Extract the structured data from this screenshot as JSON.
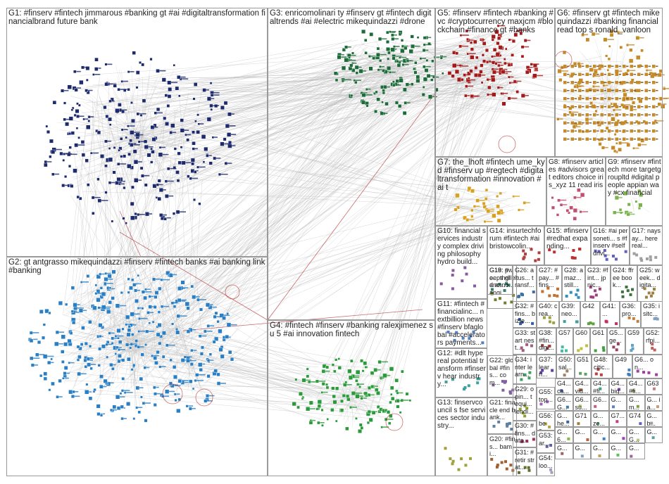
{
  "graph": {
    "panels": [
      {
        "id": "G1",
        "label": "G1: #finserv #fintech jimmarous #banking gt #ai #digitaltransformation financialbrand future bank",
        "color": "#1d2a6b"
      },
      {
        "id": "G2",
        "label": "G2: gt antgrasso mikequindazzi #finserv #fintech banks #ai banking link #banking",
        "color": "#2a7fc4"
      },
      {
        "id": "G3",
        "label": "G3: enricomolinari ty #finserv gt #fintech digitaltrends #ai #electric mikequindazzi #drone",
        "color": "#1e6b3a"
      },
      {
        "id": "G4",
        "label": "G4: #fintech #finserv #banking ralexjimenez s u 5 #ai innovation fintech",
        "color": "#2a9a3a"
      },
      {
        "id": "G5",
        "label": "G5: #finserv #fintech #banking #vc #cryptocurrency maxjcm #blockchain #finance gt #banks",
        "color": "#a31a1a"
      },
      {
        "id": "G6",
        "label": "G6: #finserv gt #fintech mikequindazzi #banking financial read top s ronald_vanloon",
        "color": "#c58a2a"
      },
      {
        "id": "G7",
        "label": "G7: the_lhoft #fintech ume_kyd #finserv up #regtech #digitaltransformation #innovation #ai t",
        "color": "#d9a020"
      },
      {
        "id": "G8",
        "label": "G8: #finserv articles #advisors great editors choice iris_xyz 11 read iris",
        "color": "#c05070"
      },
      {
        "id": "G9",
        "label": "G9: #finserv #fintech more targetgroupltd #digital people appian way #cx financial",
        "color": "#7ab34a"
      },
      {
        "id": "G10",
        "label": "G10: financial services industry complex driving philosophy hydro build...",
        "color": "#8a5aa0"
      },
      {
        "id": "G11",
        "label": "G11: #fintech #financialinc... nextbillion news #finserv bfaglobal #accelerators payments...",
        "color": "#5080c0"
      },
      {
        "id": "G12",
        "label": "G12: #dlt hype real potential transform #finserv hear industry...",
        "color": "#40a0a0"
      },
      {
        "id": "G13",
        "label": "G13: finservcouncil s fse services sector industry...",
        "color": "#a0a040"
      },
      {
        "id": "G14",
        "label": "G14: insurtechforum #fintech #ai bristowcolin...",
        "color": "#b04040"
      },
      {
        "id": "G15",
        "label": "G15: #finserv #redhat expanding...",
        "color": "#c03030"
      },
      {
        "id": "G16",
        "label": "G16: #ai personeti... s #finserv #selfdrivi...",
        "color": "#6060c0"
      },
      {
        "id": "G17",
        "label": "G17: naysay... here real...",
        "color": "#a0a0a0"
      },
      {
        "id": "G18",
        "label": "G18: #wo... thrilled anno...",
        "color": "#708030"
      },
      {
        "id": "G19",
        "label": "G19: peeps glanc... iangj...",
        "color": "#308070"
      },
      {
        "id": "G20",
        "label": "G20: #fins... bami...",
        "color": "#a06030"
      },
      {
        "id": "G21",
        "label": "G21: finacle end bank...",
        "color": "#6080a0"
      },
      {
        "id": "G22",
        "label": "G22: global #fins... com...",
        "color": "#8060a0"
      },
      {
        "id": "G23",
        "label": "G23: #fint... jpnic...",
        "color": "#a04080"
      },
      {
        "id": "G24",
        "label": "G24: ffree book...",
        "color": "#407040"
      },
      {
        "id": "G25",
        "label": "G25: week... digita...",
        "color": "#a08040"
      },
      {
        "id": "G26",
        "label": "G26: altus... transf...",
        "color": "#4070a0"
      },
      {
        "id": "G27",
        "label": "G27: #pay... #fins...",
        "color": "#c07030"
      },
      {
        "id": "G28",
        "label": "G28: amaz... still...",
        "color": "#3090c0"
      },
      {
        "id": "G29",
        "label": "G29: opin... tequi... lendi...",
        "color": "#90a030"
      },
      {
        "id": "G30",
        "label": "G30: #fins... data...",
        "color": "#a03060"
      },
      {
        "id": "G31",
        "label": "G31: #retir strat...",
        "color": "#607030"
      },
      {
        "id": "G32",
        "label": "G32: #fins... bizte...",
        "color": "#3060a0"
      },
      {
        "id": "G33",
        "label": "G33: start nest...",
        "color": "#a06080"
      },
      {
        "id": "G34",
        "label": "G34: inter learn...",
        "color": "#40a060"
      },
      {
        "id": "G35",
        "label": "G35: isitc...",
        "color": "#80a0c0"
      },
      {
        "id": "G36",
        "label": "G36: pro...",
        "color": "#c08040"
      },
      {
        "id": "G37",
        "label": "G37: learn...",
        "color": "#6040a0"
      },
      {
        "id": "G38",
        "label": "G38: #fin... digi...",
        "color": "#a04040"
      },
      {
        "id": "G39",
        "label": "G39: neo...",
        "color": "#40a0a0"
      },
      {
        "id": "G40",
        "label": "G40: crea...",
        "color": "#a0a040"
      },
      {
        "id": "G41",
        "label": "G41: ...",
        "color": "#c03060"
      },
      {
        "id": "G42",
        "label": "G42",
        "color": "#60a040"
      },
      {
        "id": "G43",
        "label": "G4... ca...",
        "color": "#4060c0"
      },
      {
        "id": "G44",
        "label": "G4... vid...",
        "color": "#a06040"
      },
      {
        "id": "G45",
        "label": "G4... #fi...",
        "color": "#40a080"
      },
      {
        "id": "G46",
        "label": "G4... big...",
        "color": "#8040a0"
      },
      {
        "id": "G47",
        "label": "G4... #fi...",
        "color": "#a0a060"
      },
      {
        "id": "G48",
        "label": "G48: citic...",
        "color": "#c04040"
      },
      {
        "id": "G49",
        "label": "G49",
        "color": "#4080c0"
      },
      {
        "id": "G50",
        "label": "G50: sal...",
        "color": "#a08060"
      },
      {
        "id": "G51",
        "label": "G51",
        "color": "#60a060"
      },
      {
        "id": "G52",
        "label": "G52: rfpi...",
        "color": "#c06060"
      },
      {
        "id": "G53",
        "label": "G53: ar...",
        "color": "#6060a0"
      },
      {
        "id": "G54",
        "label": "G54: loo...",
        "color": "#a0a0c0"
      },
      {
        "id": "G55",
        "label": "G55: top...",
        "color": "#a060c0"
      },
      {
        "id": "G56",
        "label": "G56: bes...",
        "color": "#c0a040"
      },
      {
        "id": "G57",
        "label": "G57",
        "color": "#40c0a0"
      },
      {
        "id": "G58",
        "label": "G5... ge...",
        "color": "#a04060"
      },
      {
        "id": "G59",
        "label": "G59",
        "color": "#60a0c0"
      },
      {
        "id": "G60",
        "label": "G60",
        "color": "#c0c040"
      },
      {
        "id": "G61",
        "label": "G61",
        "color": "#40a040"
      },
      {
        "id": "G62",
        "label": "G6... on...",
        "color": "#a040a0"
      },
      {
        "id": "G63",
        "label": "G63",
        "color": "#c08080"
      },
      {
        "id": "G64",
        "label": "G6... G...",
        "color": "#4080a0"
      },
      {
        "id": "G65",
        "label": "G6... su...",
        "color": "#a0c060"
      },
      {
        "id": "G66",
        "label": "G6...",
        "color": "#c06080"
      },
      {
        "id": "G67",
        "label": "G...",
        "color": "#6080c0"
      },
      {
        "id": "G68",
        "label": "G... m...",
        "color": "#80a040"
      },
      {
        "id": "G69",
        "label": "G... ia...",
        "color": "#c0a080"
      },
      {
        "id": "G70",
        "label": "G... he...",
        "color": "#4060a0"
      },
      {
        "id": "G71",
        "label": "G71",
        "color": "#a08040"
      },
      {
        "id": "G72",
        "label": "G... ze...",
        "color": "#60c080"
      },
      {
        "id": "G73",
        "label": "G7...",
        "color": "#c04080"
      },
      {
        "id": "G74",
        "label": "G74",
        "color": "#6060c0"
      },
      {
        "id": "G75",
        "label": "G... b...",
        "color": "#a0a0a0"
      },
      {
        "id": "G76",
        "label": "G... 6...",
        "color": "#80c040"
      },
      {
        "id": "G77",
        "label": "G...",
        "color": "#c06040"
      },
      {
        "id": "G78",
        "label": "G...",
        "color": "#4080c0"
      },
      {
        "id": "G79",
        "label": "G...",
        "color": "#a040c0"
      },
      {
        "id": "G80",
        "label": "G... G...",
        "color": "#c0c080"
      },
      {
        "id": "G81",
        "label": "G...",
        "color": "#60a0a0"
      },
      {
        "id": "G82",
        "label": "G...",
        "color": "#a06060"
      },
      {
        "id": "G83",
        "label": "G...",
        "color": "#80a0c0"
      },
      {
        "id": "G84",
        "label": "G...",
        "color": "#c0a060"
      },
      {
        "id": "G85",
        "label": "G...",
        "color": "#60c060"
      },
      {
        "id": "G86",
        "label": "G...",
        "color": "#a060a0"
      }
    ]
  }
}
